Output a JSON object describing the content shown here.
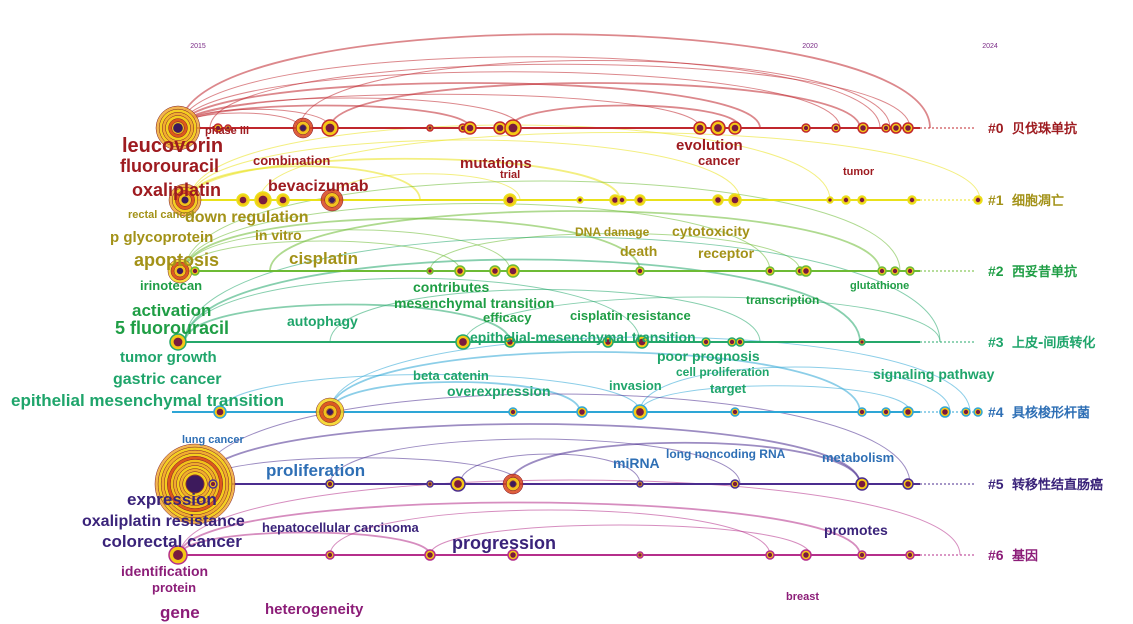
{
  "years": [
    {
      "label": "2015",
      "v": 2015
    },
    {
      "label": "2020",
      "v": 2020
    },
    {
      "label": "2024",
      "v": 2024
    }
  ],
  "clusters": [
    {
      "id": "#0",
      "name": "贝伐珠单抗",
      "color": "#c0272d",
      "label_color": "#9e1b20"
    },
    {
      "id": "#1",
      "name": "细胞凋亡",
      "color": "#e9e11a",
      "label_color": "#a39218"
    },
    {
      "id": "#2",
      "name": "西妥昔单抗",
      "color": "#6dbb35",
      "label_color": "#1f9e45"
    },
    {
      "id": "#3",
      "name": "上皮-间质转化",
      "color": "#25a86b",
      "label_color": "#1fa56b"
    },
    {
      "id": "#4",
      "name": "具核梭形杆菌",
      "color": "#2ea6d6",
      "label_color": "#2e6fb5"
    },
    {
      "id": "#5",
      "name": "转移性结直肠癌",
      "color": "#4b2d8f",
      "label_color": "#3a237a"
    },
    {
      "id": "#6",
      "name": "基因",
      "color": "#b52f8b",
      "label_color": "#8c1d78"
    }
  ],
  "keywords": [
    {
      "text": "leucovorin",
      "color": "#9e1b20",
      "size": 20
    },
    {
      "text": "phase iii",
      "color": "#9e1b20",
      "size": 11
    },
    {
      "text": "fluorouracil",
      "color": "#9e1b20",
      "size": 18
    },
    {
      "text": "oxaliplatin",
      "color": "#9e1b20",
      "size": 18
    },
    {
      "text": "combination",
      "color": "#9e1b20",
      "size": 13
    },
    {
      "text": "bevacizumab",
      "color": "#9e1b20",
      "size": 16
    },
    {
      "text": "mutations",
      "color": "#9e1b20",
      "size": 15
    },
    {
      "text": "trial",
      "color": "#9e1b20",
      "size": 11
    },
    {
      "text": "evolution",
      "color": "#9e1b20",
      "size": 15
    },
    {
      "text": "cancer",
      "color": "#9e1b20",
      "size": 13
    },
    {
      "text": "tumor",
      "color": "#9e1b20",
      "size": 11
    },
    {
      "text": "rectal cancer",
      "color": "#a39218",
      "size": 11
    },
    {
      "text": "down regulation",
      "color": "#a39218",
      "size": 16
    },
    {
      "text": "p glycoprotein",
      "color": "#a39218",
      "size": 15
    },
    {
      "text": "in vitro",
      "color": "#a39218",
      "size": 14
    },
    {
      "text": "DNA damage",
      "color": "#a39218",
      "size": 12
    },
    {
      "text": "cytotoxicity",
      "color": "#a39218",
      "size": 14
    },
    {
      "text": "death",
      "color": "#a39218",
      "size": 14
    },
    {
      "text": "receptor",
      "color": "#a39218",
      "size": 14
    },
    {
      "text": "apoptosis",
      "color": "#a39218",
      "size": 18
    },
    {
      "text": "cisplatin",
      "color": "#a39218",
      "size": 17
    },
    {
      "text": "irinotecan",
      "color": "#1f9e45",
      "size": 13
    },
    {
      "text": "activation",
      "color": "#1f9e45",
      "size": 17
    },
    {
      "text": "contributes",
      "color": "#1f9e45",
      "size": 14
    },
    {
      "text": "mesenchymal transition",
      "color": "#1f9e45",
      "size": 14
    },
    {
      "text": "efficacy",
      "color": "#1f9e45",
      "size": 13
    },
    {
      "text": "cisplatin resistance",
      "color": "#1f9e45",
      "size": 13
    },
    {
      "text": "transcription",
      "color": "#1f9e45",
      "size": 12
    },
    {
      "text": "glutathione",
      "color": "#1f9e45",
      "size": 11
    },
    {
      "text": "5 fluorouracil",
      "color": "#1f9e45",
      "size": 18
    },
    {
      "text": "autophagy",
      "color": "#1fa56b",
      "size": 14
    },
    {
      "text": "epithelial-mesenchymal transition",
      "color": "#1fa56b",
      "size": 14
    },
    {
      "text": "poor prognosis",
      "color": "#1fa56b",
      "size": 14
    },
    {
      "text": "cell proliferation",
      "color": "#1fa56b",
      "size": 12
    },
    {
      "text": "tumor growth",
      "color": "#1fa56b",
      "size": 15
    },
    {
      "text": "gastric cancer",
      "color": "#1fa56b",
      "size": 16
    },
    {
      "text": "beta catenin",
      "color": "#1fa56b",
      "size": 13
    },
    {
      "text": "overexpression",
      "color": "#1fa56b",
      "size": 14
    },
    {
      "text": "invasion",
      "color": "#1fa56b",
      "size": 13
    },
    {
      "text": "target",
      "color": "#1fa56b",
      "size": 13
    },
    {
      "text": "signaling pathway",
      "color": "#1fa56b",
      "size": 14
    },
    {
      "text": "epithelial mesenchymal transition",
      "color": "#1fa56b",
      "size": 17
    },
    {
      "text": "lung cancer",
      "color": "#2e6fb5",
      "size": 11
    },
    {
      "text": "proliferation",
      "color": "#2e6fb5",
      "size": 17
    },
    {
      "text": "miRNA",
      "color": "#2e6fb5",
      "size": 14
    },
    {
      "text": "long noncoding RNA",
      "color": "#2e6fb5",
      "size": 12
    },
    {
      "text": "metabolism",
      "color": "#2e6fb5",
      "size": 13
    },
    {
      "text": "expression",
      "color": "#3a237a",
      "size": 17
    },
    {
      "text": "oxaliplatin resistance",
      "color": "#3a237a",
      "size": 16
    },
    {
      "text": "hepatocellular carcinoma",
      "color": "#3a237a",
      "size": 13
    },
    {
      "text": "colorectal cancer",
      "color": "#3a237a",
      "size": 17
    },
    {
      "text": "progression",
      "color": "#3a237a",
      "size": 18
    },
    {
      "text": "promotes",
      "color": "#3a237a",
      "size": 14
    },
    {
      "text": "identification",
      "color": "#8c1d78",
      "size": 14
    },
    {
      "text": "protein",
      "color": "#8c1d78",
      "size": 13
    },
    {
      "text": "gene",
      "color": "#8c1d78",
      "size": 17
    },
    {
      "text": "heterogeneity",
      "color": "#8c1d78",
      "size": 15
    },
    {
      "text": "breast",
      "color": "#8c1d78",
      "size": 11
    }
  ]
}
